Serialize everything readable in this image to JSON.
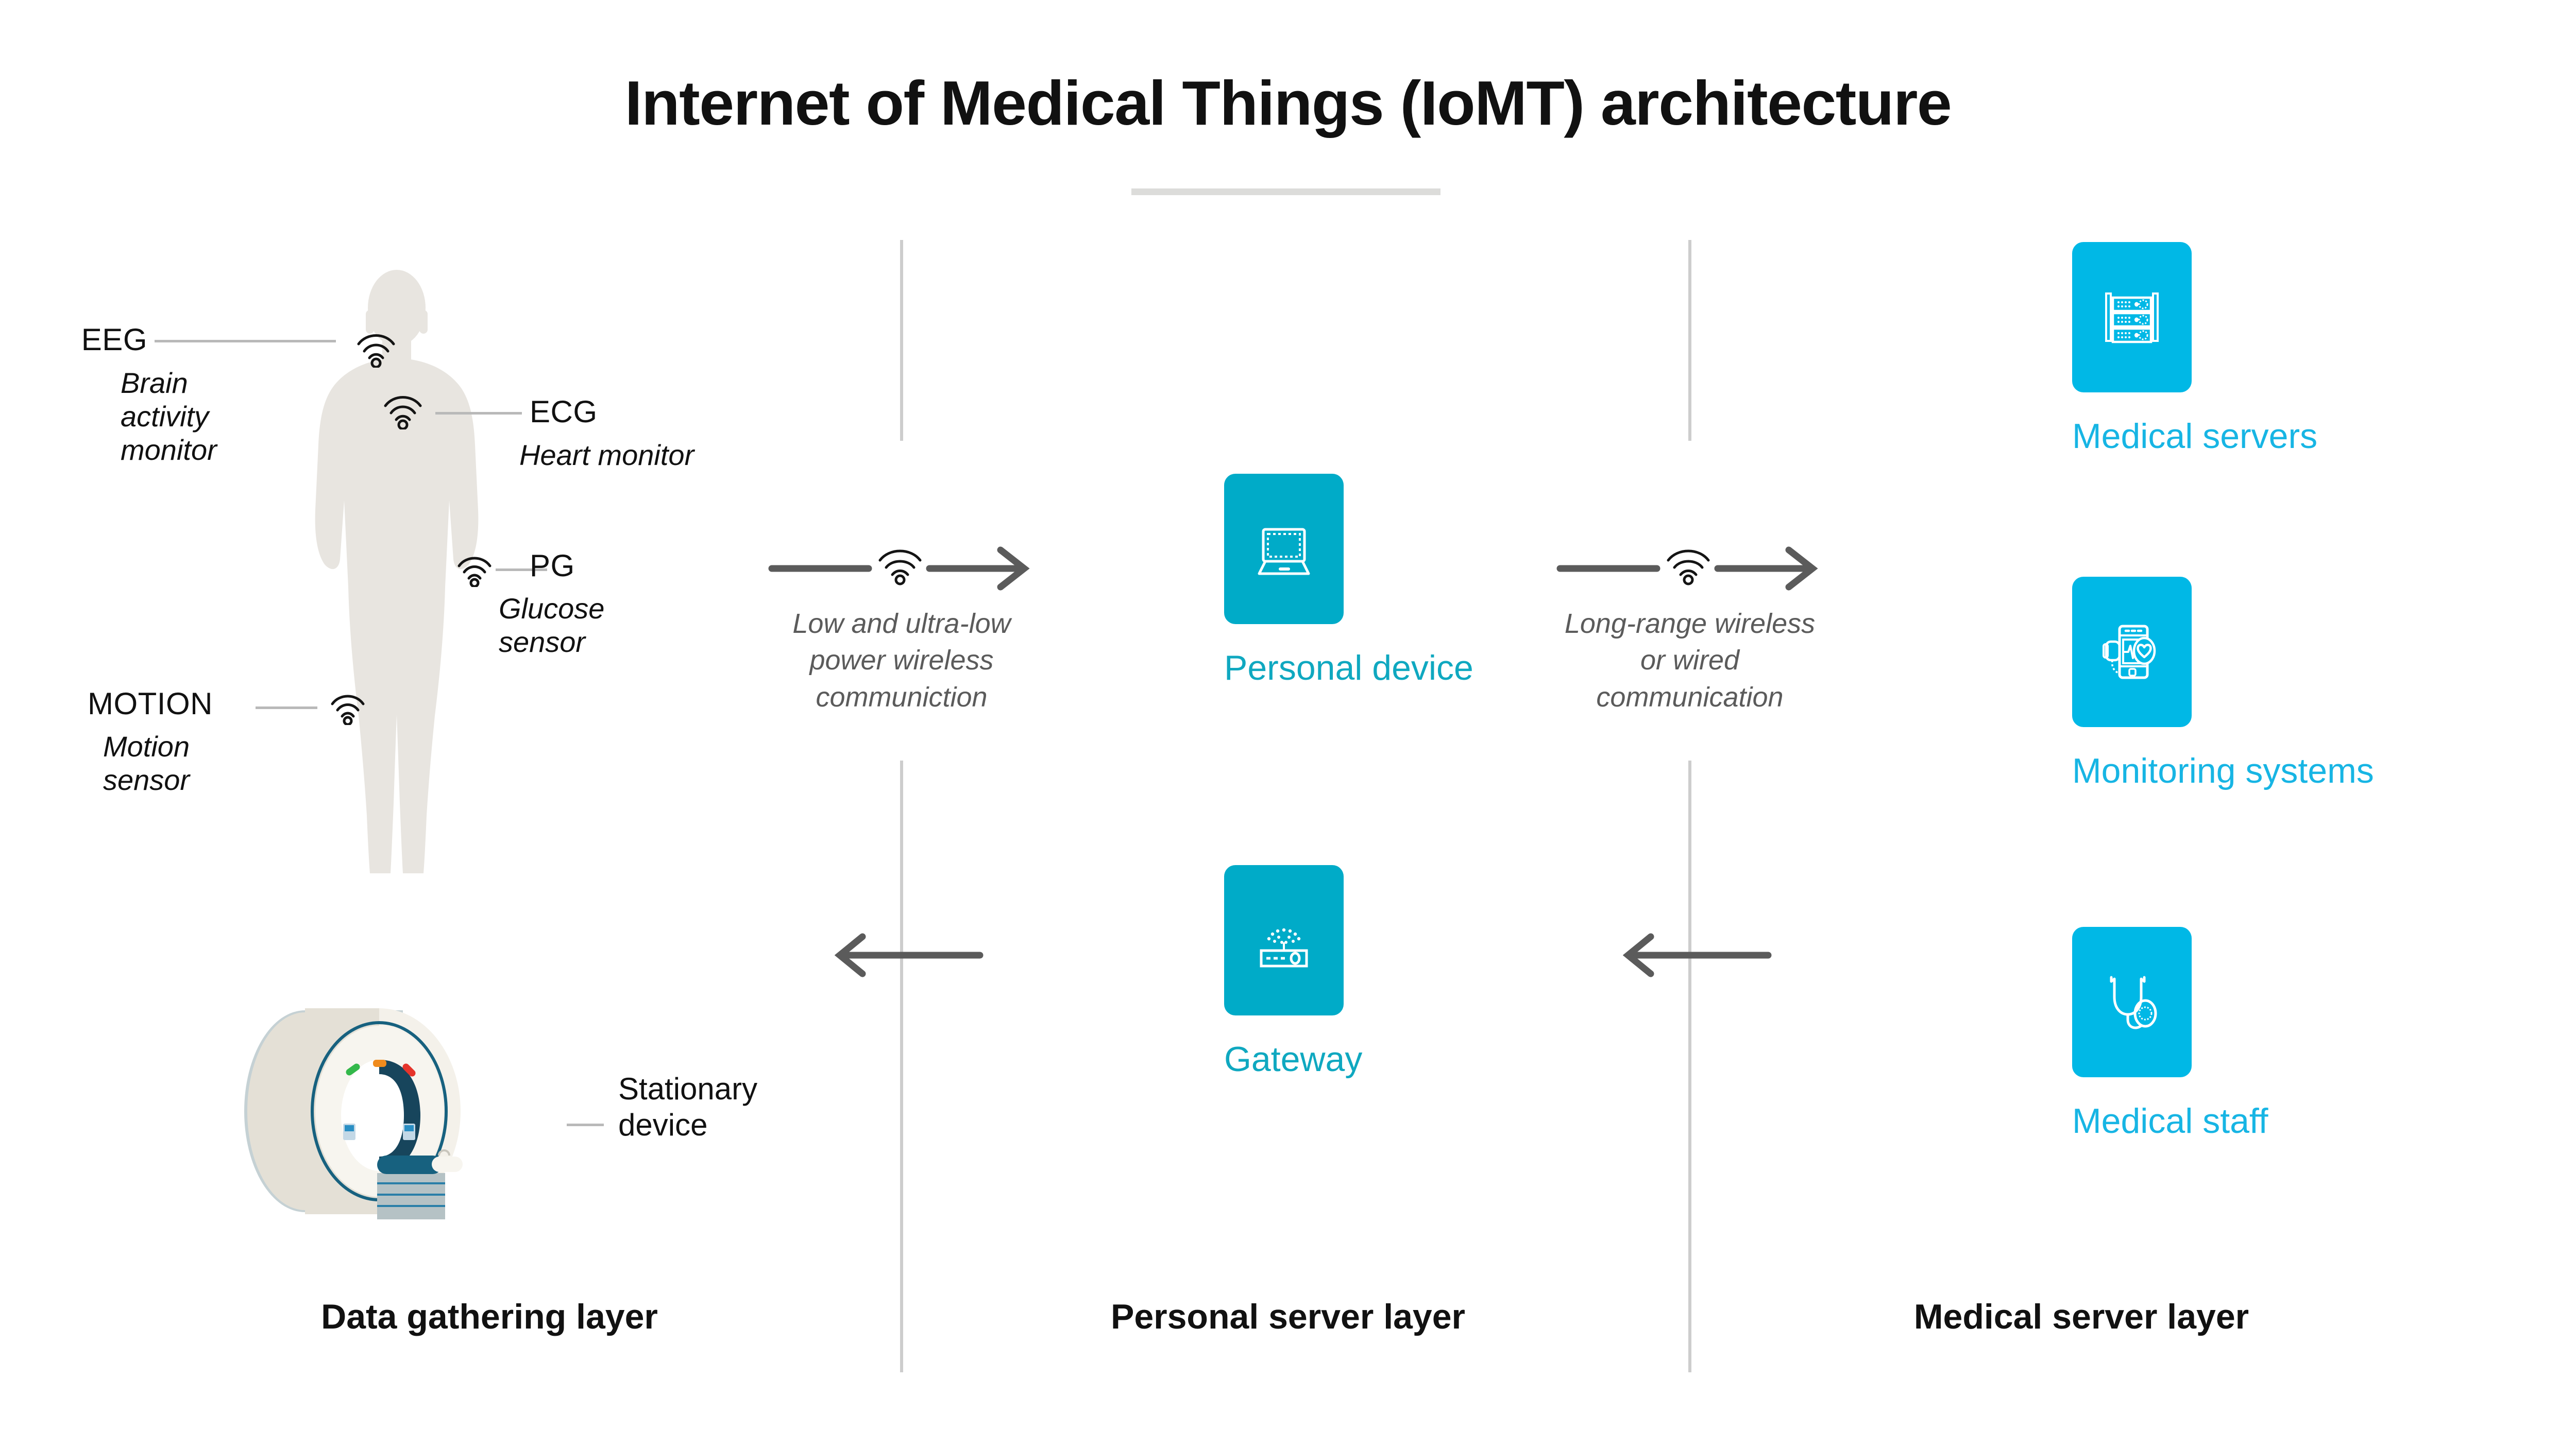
{
  "header": {
    "title": "Internet of Medical Things (IoMT) architecture",
    "rule": "title-rule"
  },
  "colors": {
    "tile_mid": "#00ABC8",
    "tile_right": "#00B8E6",
    "label_mid": "#0FA8C0",
    "label_right": "#17B5E4",
    "body_silhouette": "#E8E5E0",
    "divider": "#CDCDCD",
    "arrow": "#5B5B5B",
    "leader": "#B9B9B9",
    "text_dark": "#111111",
    "caption_gray": "#5B5B5B"
  },
  "data_gathering_layer": {
    "caption": "Data gathering layer",
    "figure_icon": "human-body-silhouette-icon",
    "sensors": [
      {
        "id": "eeg",
        "code": "EEG",
        "description_line1": "Brain",
        "description_line2": "activity",
        "description_line3": "monitor",
        "icon": "wifi-signal-icon",
        "position": "neck"
      },
      {
        "id": "ecg",
        "code": "ECG",
        "description_line1": "Heart monitor",
        "description_line2": "",
        "description_line3": "",
        "icon": "wifi-signal-icon",
        "position": "chest"
      },
      {
        "id": "pg",
        "code": "PG",
        "description_line1": "Glucose",
        "description_line2": "sensor",
        "description_line3": "",
        "icon": "wifi-signal-icon",
        "position": "wrist"
      },
      {
        "id": "motion",
        "code": "MOTION",
        "description_line1": "Motion",
        "description_line2": "sensor",
        "description_line3": "",
        "icon": "wifi-signal-icon",
        "position": "knee"
      }
    ],
    "stationary": {
      "label_line1": "Stationary",
      "label_line2": "device",
      "icon": "mri-scanner-icon"
    }
  },
  "personal_server_layer": {
    "caption": "Personal server layer",
    "nodes": [
      {
        "id": "personal-device",
        "label": "Personal device",
        "icon": "laptop-icon"
      },
      {
        "id": "gateway",
        "label": "Gateway",
        "icon": "router-icon"
      }
    ]
  },
  "medical_server_layer": {
    "caption": "Medical server layer",
    "nodes": [
      {
        "id": "medical-servers",
        "label": "Medical servers",
        "icon": "server-rack-icon"
      },
      {
        "id": "monitoring-systems",
        "label": "Monitoring systems",
        "icon": "smartphone-heartbeat-icon"
      },
      {
        "id": "medical-staff",
        "label": "Medical staff",
        "icon": "stethoscope-icon"
      }
    ]
  },
  "flows": [
    {
      "id": "flow-left-forward",
      "direction": "right",
      "icon": "wifi-signal-icon",
      "caption_line1": "Low and ultra-low",
      "caption_line2": "power wireless",
      "caption_line3": "communiction"
    },
    {
      "id": "flow-right-forward",
      "direction": "right",
      "icon": "wifi-signal-icon",
      "caption_line1": "Long-range wireless",
      "caption_line2": "or wired",
      "caption_line3": "communication"
    },
    {
      "id": "flow-left-return",
      "direction": "left",
      "icon": "arrow-left-icon",
      "caption_line1": "",
      "caption_line2": "",
      "caption_line3": ""
    },
    {
      "id": "flow-right-return",
      "direction": "left",
      "icon": "arrow-left-icon",
      "caption_line1": "",
      "caption_line2": "",
      "caption_line3": ""
    }
  ]
}
